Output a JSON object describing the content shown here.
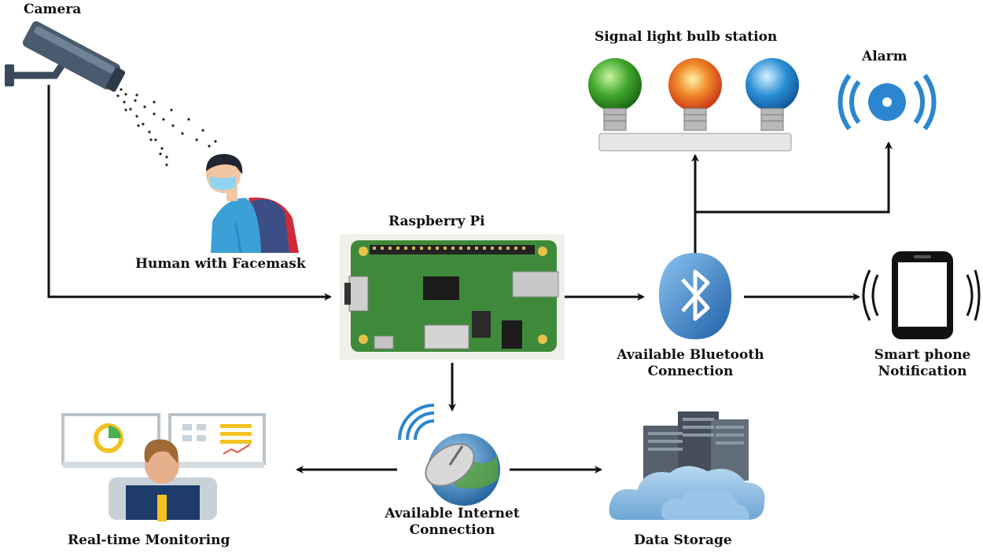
{
  "labels": {
    "camera": "Camera",
    "human": "Human with Facemask",
    "raspberry_pi": "Raspberry Pi",
    "signal_station": "Signal light bulb station",
    "alarm": "Alarm",
    "bluetooth_line1": "Available Bluetooth",
    "bluetooth_line2": "Connection",
    "phone_line1": "Smart phone",
    "phone_line2": "Notification",
    "internet_line1": "Available Internet",
    "internet_line2": "Connection",
    "monitoring": "Real-time Monitoring",
    "storage": "Data Storage"
  },
  "colors": {
    "arrow": "#111111",
    "bulb_green": "#3fa62b",
    "bulb_red": "#e8471f",
    "bulb_blue": "#2a8fd6",
    "board_green": "#3f8a3a",
    "bluetooth_blue": "#3a82c8",
    "cloud_blue": "#7fb3de",
    "alarm_blue": "#2b86cf"
  }
}
